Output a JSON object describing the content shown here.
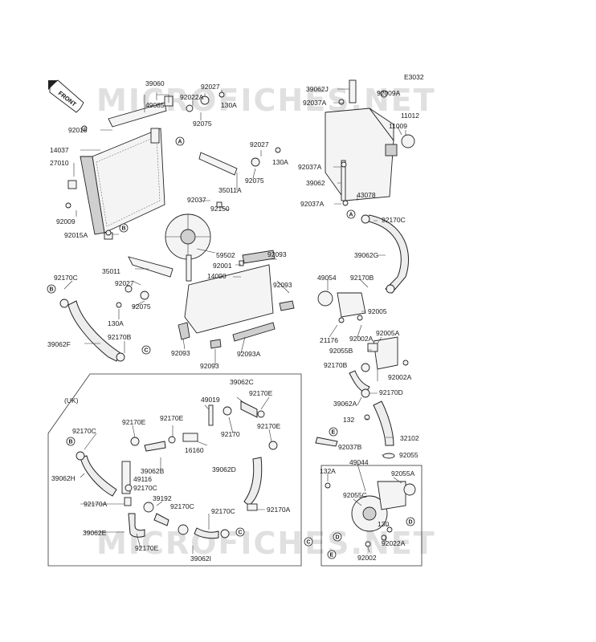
{
  "diagram_code": "E3032",
  "watermark": "MICROFICHES.NET",
  "front_label": "FRONT",
  "section_label": "(UK)",
  "ref_circles": {
    "A": "A",
    "B": "B",
    "C": "C",
    "D": "D",
    "E": "E"
  },
  "labels": {
    "l_39060": "39060",
    "l_49085": "49085",
    "l_92027a": "92027",
    "l_92022a": "92022A",
    "l_130a_1": "130A",
    "l_92075a": "92075",
    "l_92015": "92015",
    "l_14037": "14037",
    "l_27010": "27010",
    "l_92009": "92009",
    "l_92015a": "92015A",
    "l_92027b": "92027",
    "l_130a_2": "130A",
    "l_92075b": "92075",
    "l_35011a": "35011A",
    "l_92037": "92037",
    "l_92150": "92150",
    "l_59502": "59502",
    "l_92001": "92001",
    "l_92093a": "92093",
    "l_14090": "14090",
    "l_92093b": "92093",
    "l_35011": "35011",
    "l_92027c": "92027",
    "l_92075c": "92075",
    "l_130a_3": "130A",
    "l_92170c_1": "92170C",
    "l_39062f": "39062F",
    "l_92170b_1": "92170B",
    "l_92093c": "92093",
    "l_92093d": "92093",
    "l_92093_a": "92093A",
    "l_39062j": "39062J",
    "l_92037a_1": "92037A",
    "l_92009a": "92009A",
    "l_11012": "11012",
    "l_11009": "11009",
    "l_92037a_2": "92037A",
    "l_39062": "39062",
    "l_92037a_3": "92037A",
    "l_43078": "43078",
    "l_92170c_2": "92170C",
    "l_39062g": "39062G",
    "l_49054": "49054",
    "l_92170b_2": "92170B",
    "l_92005": "92005",
    "l_21176": "21176",
    "l_92002a_1": "92002A",
    "l_92005a": "92005A",
    "l_92055b": "92055B",
    "l_92170b_3": "92170B",
    "l_92002a_2": "92002A",
    "l_39062a": "39062A",
    "l_92170d": "92170D",
    "l_132": "132",
    "l_92037b": "92037B",
    "l_32102": "32102",
    "l_92055": "92055",
    "l_132a": "132A",
    "l_49044": "49044",
    "l_92055a": "92055A",
    "l_92055c": "92055C",
    "l_130": "130",
    "l_92002": "92002",
    "l_39062c": "39062C",
    "l_49019": "49019",
    "l_92170e_1": "92170E",
    "l_92170c_3": "92170C",
    "l_92170e_2": "92170E",
    "l_92170e_3": "92170E",
    "l_92170": "92170",
    "l_92170e_4": "92170E",
    "l_16160": "16160",
    "l_39062b": "39062B",
    "l_39062h": "39062H",
    "l_49116": "49116",
    "l_92170c_4": "92170C",
    "l_39062d": "39062D",
    "l_92170a_1": "92170A",
    "l_39192": "39192",
    "l_92170c_5": "92170C",
    "l_92170c_6": "92170C",
    "l_92170a_2": "92170A",
    "l_39062e": "39062E",
    "l_92170e_5": "92170E",
    "l_39062i": "39062I"
  }
}
